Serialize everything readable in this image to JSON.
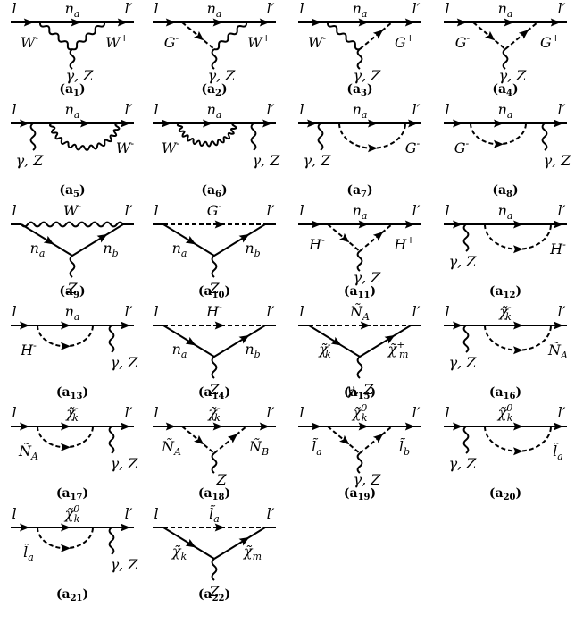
{
  "diagrams": [
    {
      "id": "a1",
      "caption": "a",
      "sub": "1",
      "type": "vertex",
      "top": "solid",
      "loop": "wavy",
      "ext": "wavy",
      "tl": "n_a",
      "ll": "W^-",
      "rl": "W^+",
      "el": "γ, Z"
    },
    {
      "id": "a2",
      "caption": "a",
      "sub": "2",
      "type": "vertex",
      "top": "solid",
      "left": "dashed",
      "right": "wavy",
      "ext": "wavy",
      "tl": "n_a",
      "ll": "G^-",
      "rl": "W^+",
      "el": "γ, Z"
    },
    {
      "id": "a3",
      "caption": "a",
      "sub": "3",
      "type": "vertex",
      "top": "solid",
      "left": "wavy",
      "right": "dashed",
      "ext": "wavy",
      "tl": "n_a",
      "ll": "W^-",
      "rl": "G^+",
      "el": "γ, Z"
    },
    {
      "id": "a4",
      "caption": "a",
      "sub": "4",
      "type": "vertex",
      "top": "solid",
      "loop": "dashed",
      "ext": "wavy",
      "tl": "n_a",
      "ll": "G^-",
      "rl": "G^+",
      "el": "γ, Z"
    },
    {
      "id": "a5",
      "caption": "a",
      "sub": "5",
      "type": "bubbleR",
      "loop": "wavy",
      "tl": "n_a",
      "bl": "W^-",
      "el": "γ, Z"
    },
    {
      "id": "a6",
      "caption": "a",
      "sub": "6",
      "type": "bubbleL",
      "loop": "wavy",
      "tl": "n_a",
      "bl": "W^-",
      "el": "γ, Z"
    },
    {
      "id": "a7",
      "caption": "a",
      "sub": "7",
      "type": "bubbleR",
      "loop": "dashed",
      "tl": "n_a",
      "bl": "G^-",
      "el": "γ, Z"
    },
    {
      "id": "a8",
      "caption": "a",
      "sub": "8",
      "type": "bubbleL",
      "loop": "dashed",
      "tl": "n_a",
      "bl": "G^-",
      "el": "γ, Z"
    },
    {
      "id": "a9",
      "caption": "a",
      "sub": "9",
      "type": "triangle",
      "top": "wavy",
      "tl": "W^-",
      "ll": "n_a",
      "rl": "n_b",
      "el": "Z"
    },
    {
      "id": "a10",
      "caption": "a",
      "sub": "10",
      "type": "triangle",
      "top": "dashed",
      "tl": "G^-",
      "ll": "n_a",
      "rl": "n_b",
      "el": "Z"
    },
    {
      "id": "a11",
      "caption": "a",
      "sub": "11",
      "type": "vertex",
      "top": "solid",
      "loop": "dashed",
      "ext": "wavy",
      "tl": "n_a",
      "ll": "H^-",
      "rl": "H^+",
      "el": "γ, Z"
    },
    {
      "id": "a12",
      "caption": "a",
      "sub": "12",
      "type": "bubbleR",
      "loop": "dashed",
      "tl": "n_a",
      "bl": "H^-",
      "el": "γ, Z"
    },
    {
      "id": "a13",
      "caption": "a",
      "sub": "13",
      "type": "bubbleL",
      "loop": "dashed",
      "tl": "n_a",
      "bl": "H^-",
      "el": "γ, Z"
    },
    {
      "id": "a14",
      "caption": "a",
      "sub": "14",
      "type": "triangle",
      "top": "dashed",
      "tl": "H^-",
      "ll": "n_a",
      "rl": "n_b",
      "el": "Z"
    },
    {
      "id": "a15",
      "caption": "a",
      "sub": "15",
      "type": "triangle",
      "top": "dashed",
      "tl": "~N_A",
      "ll": "~χ_k^-",
      "rl": "~χ_m^+",
      "el": "γ, Z"
    },
    {
      "id": "a16",
      "caption": "a",
      "sub": "16",
      "type": "bubbleR",
      "loop": "dashed",
      "tl": "~χ_k^-",
      "bl": "~N_A",
      "el": "γ, Z"
    },
    {
      "id": "a17",
      "caption": "a",
      "sub": "17",
      "type": "bubbleL",
      "loop": "dashed",
      "tl": "~χ_k^-",
      "bl": "~N_A",
      "el": "γ, Z"
    },
    {
      "id": "a18",
      "caption": "a",
      "sub": "18",
      "type": "vertex",
      "top": "solid",
      "loop": "dashed",
      "ext": "wavy",
      "tl": "~χ_k^-",
      "ll": "~N_A",
      "rl": "~N_B",
      "el": "Z"
    },
    {
      "id": "a19",
      "caption": "a",
      "sub": "19",
      "type": "vertex",
      "top": "solid",
      "loop": "dashed",
      "ext": "wavy",
      "tl": "~χ_k^0",
      "ll": "~l_a",
      "rl": "~l_b",
      "el": "γ, Z"
    },
    {
      "id": "a20",
      "caption": "a",
      "sub": "20",
      "type": "bubbleR",
      "loop": "dashed",
      "tl": "~χ_k^0",
      "bl": "~l_a",
      "el": "γ, Z"
    },
    {
      "id": "a21",
      "caption": "a",
      "sub": "21",
      "type": "bubbleL",
      "loop": "dashed",
      "tl": "~χ_k^0",
      "bl": "~l_a",
      "el": "γ, Z"
    },
    {
      "id": "a22",
      "caption": "a",
      "sub": "22",
      "type": "triangle",
      "top": "dashed",
      "tl": "~l_a",
      "ll": "~χ_k",
      "rl": "~χ_m",
      "el": "Z"
    }
  ],
  "external": {
    "in": "l",
    "out": "l′"
  }
}
